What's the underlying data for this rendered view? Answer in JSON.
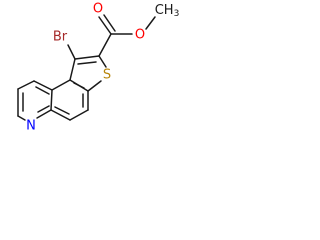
{
  "molecule": {
    "atoms": {
      "bromine": {
        "label": "Br",
        "color": "#a52a2a"
      },
      "sulfur": {
        "label": "S",
        "color": "#b8860b"
      },
      "carbonyl_oxygen": {
        "label": "O",
        "color": "#ff0000"
      },
      "ester_oxygen": {
        "label": "O",
        "color": "#ff0000"
      },
      "methyl": {
        "label": "CH",
        "subscript": "3",
        "color": "#1a1a1a"
      },
      "nitrogen": {
        "label": "N",
        "color": "#0000ff"
      }
    },
    "bond_color": "#1a1a1a"
  }
}
